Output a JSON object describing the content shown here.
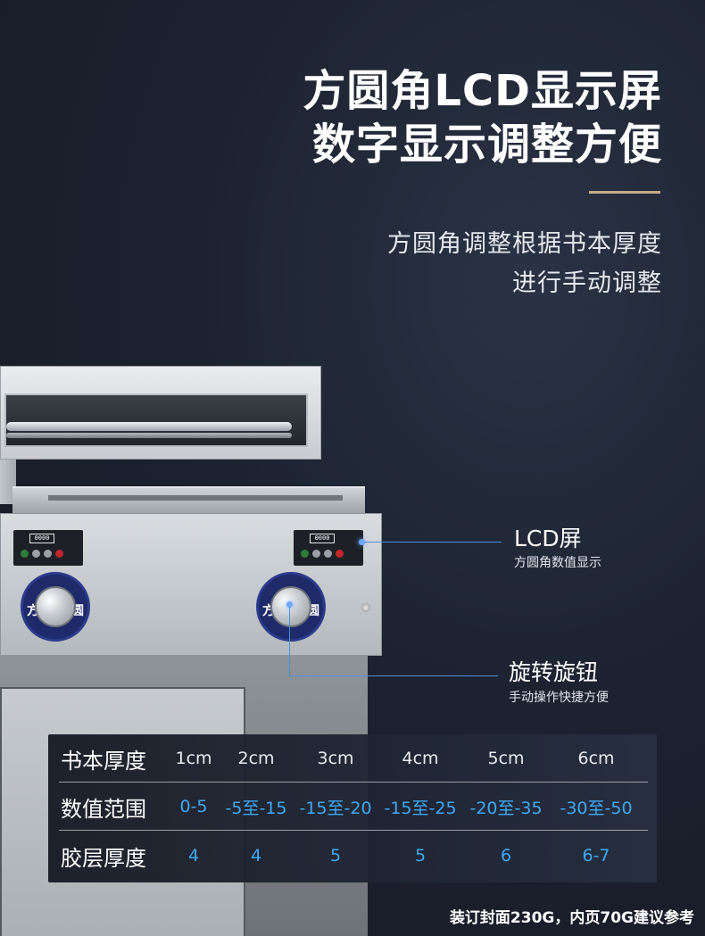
{
  "headline": {
    "line1": "方圆角LCD显示屏",
    "line2": "数字显示调整方便"
  },
  "subtitle": {
    "line1": "方圆角调整根据书本厚度",
    "line2": "进行手动调整"
  },
  "colors": {
    "accent_gold": "#c9a98a",
    "callout_blue": "#4d8fe0",
    "value_blue": "#3fa9f5"
  },
  "machine": {
    "lcd_readout": "0000",
    "knob_left_label": "方",
    "knob_right_label": "圆"
  },
  "callouts": {
    "lcd": {
      "title": "LCD屏",
      "subtitle": "方圆角数值显示"
    },
    "knob": {
      "title": "旋转旋钮",
      "subtitle": "手动操作快捷方便"
    }
  },
  "spec_table": {
    "rows": [
      {
        "label": "书本厚度",
        "values": [
          "1cm",
          "2cm",
          "3cm",
          "4cm",
          "5cm",
          "6cm"
        ]
      },
      {
        "label": "数值范围",
        "values": [
          "0-5",
          "-5至-15",
          "-15至-20",
          "-15至-25",
          "-20至-35",
          "-30至-50"
        ]
      },
      {
        "label": "胶层厚度",
        "values": [
          "4",
          "4",
          "5",
          "5",
          "6",
          "6-7"
        ]
      }
    ]
  },
  "footnote": "装订封面230G，内页70G建议参考"
}
